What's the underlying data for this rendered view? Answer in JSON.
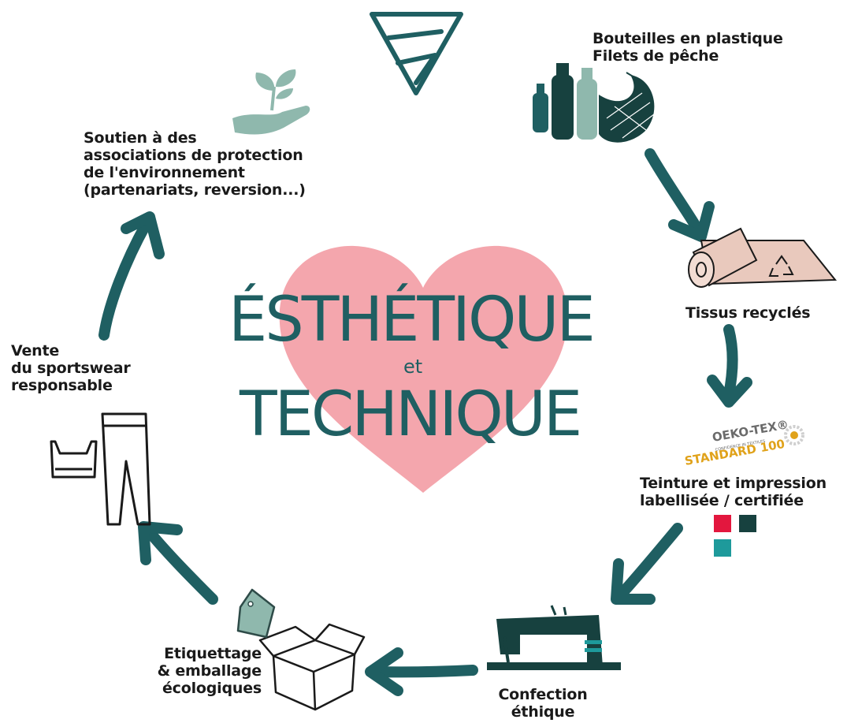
{
  "title": {
    "line1": "ÉSTHÉTIQUE",
    "connector": "et",
    "line2": "TECHNIQUE"
  },
  "steps": {
    "raw_materials": {
      "lines": [
        "Bouteilles en plastique",
        "Filets de pêche"
      ],
      "icon": "bottles-and-net-icon"
    },
    "recycled_fabric": {
      "lines": [
        "Tissus recyclés"
      ],
      "icon": "fabric-roll-icon"
    },
    "dyeing": {
      "lines": [
        "Teinture et impression",
        "labellisée / certifiée"
      ],
      "icon": "color-swatch-icon"
    },
    "certification": {
      "line1": "OEKO-TEX®",
      "line2": "CONFIDENCE IN TEXTILES",
      "line3": "STANDARD 100"
    },
    "manufacturing": {
      "lines": [
        "Confection",
        "éthique"
      ],
      "icon": "sewing-machine-icon"
    },
    "packaging": {
      "lines": [
        "Etiquettage",
        "& emballage",
        "écologiques"
      ],
      "icon": "box-and-tag-icon"
    },
    "sales": {
      "lines": [
        "Vente",
        "du sportswear",
        "responsable"
      ],
      "icon": "sportswear-icon"
    },
    "support": {
      "lines": [
        "Soutien à des",
        "associations de protection",
        "de l'environnement",
        "(partenariats, reversion...)"
      ],
      "icon": "hand-plant-icon"
    }
  },
  "colors": {
    "teal_dark": "#1f5f62",
    "teal_light": "#8fb8ad",
    "heart_pink": "#f4a6ad",
    "swatch_red": "#e3173e",
    "swatch_dark": "#17413f",
    "swatch_teal": "#1e9a9b",
    "oeko_gold": "#e0a21a",
    "text": "#1a1a1a"
  }
}
